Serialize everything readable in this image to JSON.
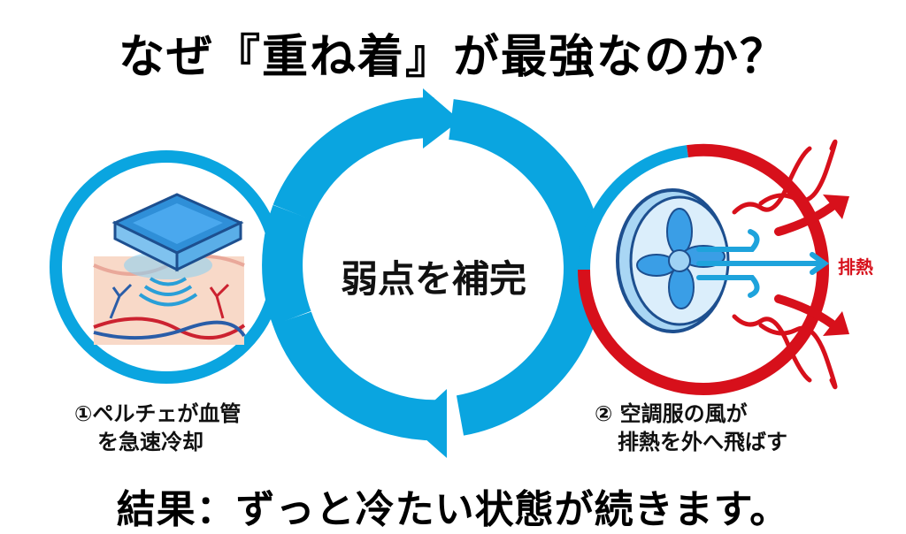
{
  "title": "なぜ『重ね着』が最強なのか？",
  "center_label": "弱点を補完",
  "left_panel": {
    "icon": "peltier-chip-over-skin-icon",
    "caption_line1": "①ペルチェが血管",
    "caption_line2": "を急速冷却"
  },
  "right_panel": {
    "icon": "fan-blowing-heat-icon",
    "heat_label": "排熱",
    "caption_line1": "②  空調服の風が",
    "caption_line2": "排熱を外へ飛ばす"
  },
  "result": "結果：ずっと冷たい状態が続きます。",
  "colors": {
    "cycle_blue": "#0aa5e0",
    "heat_red": "#d7101b",
    "skin": "#f8d9c8",
    "vein_blue": "#2a5da8",
    "artery_red": "#cc2230",
    "chip_blue": "#2f8fd8"
  }
}
